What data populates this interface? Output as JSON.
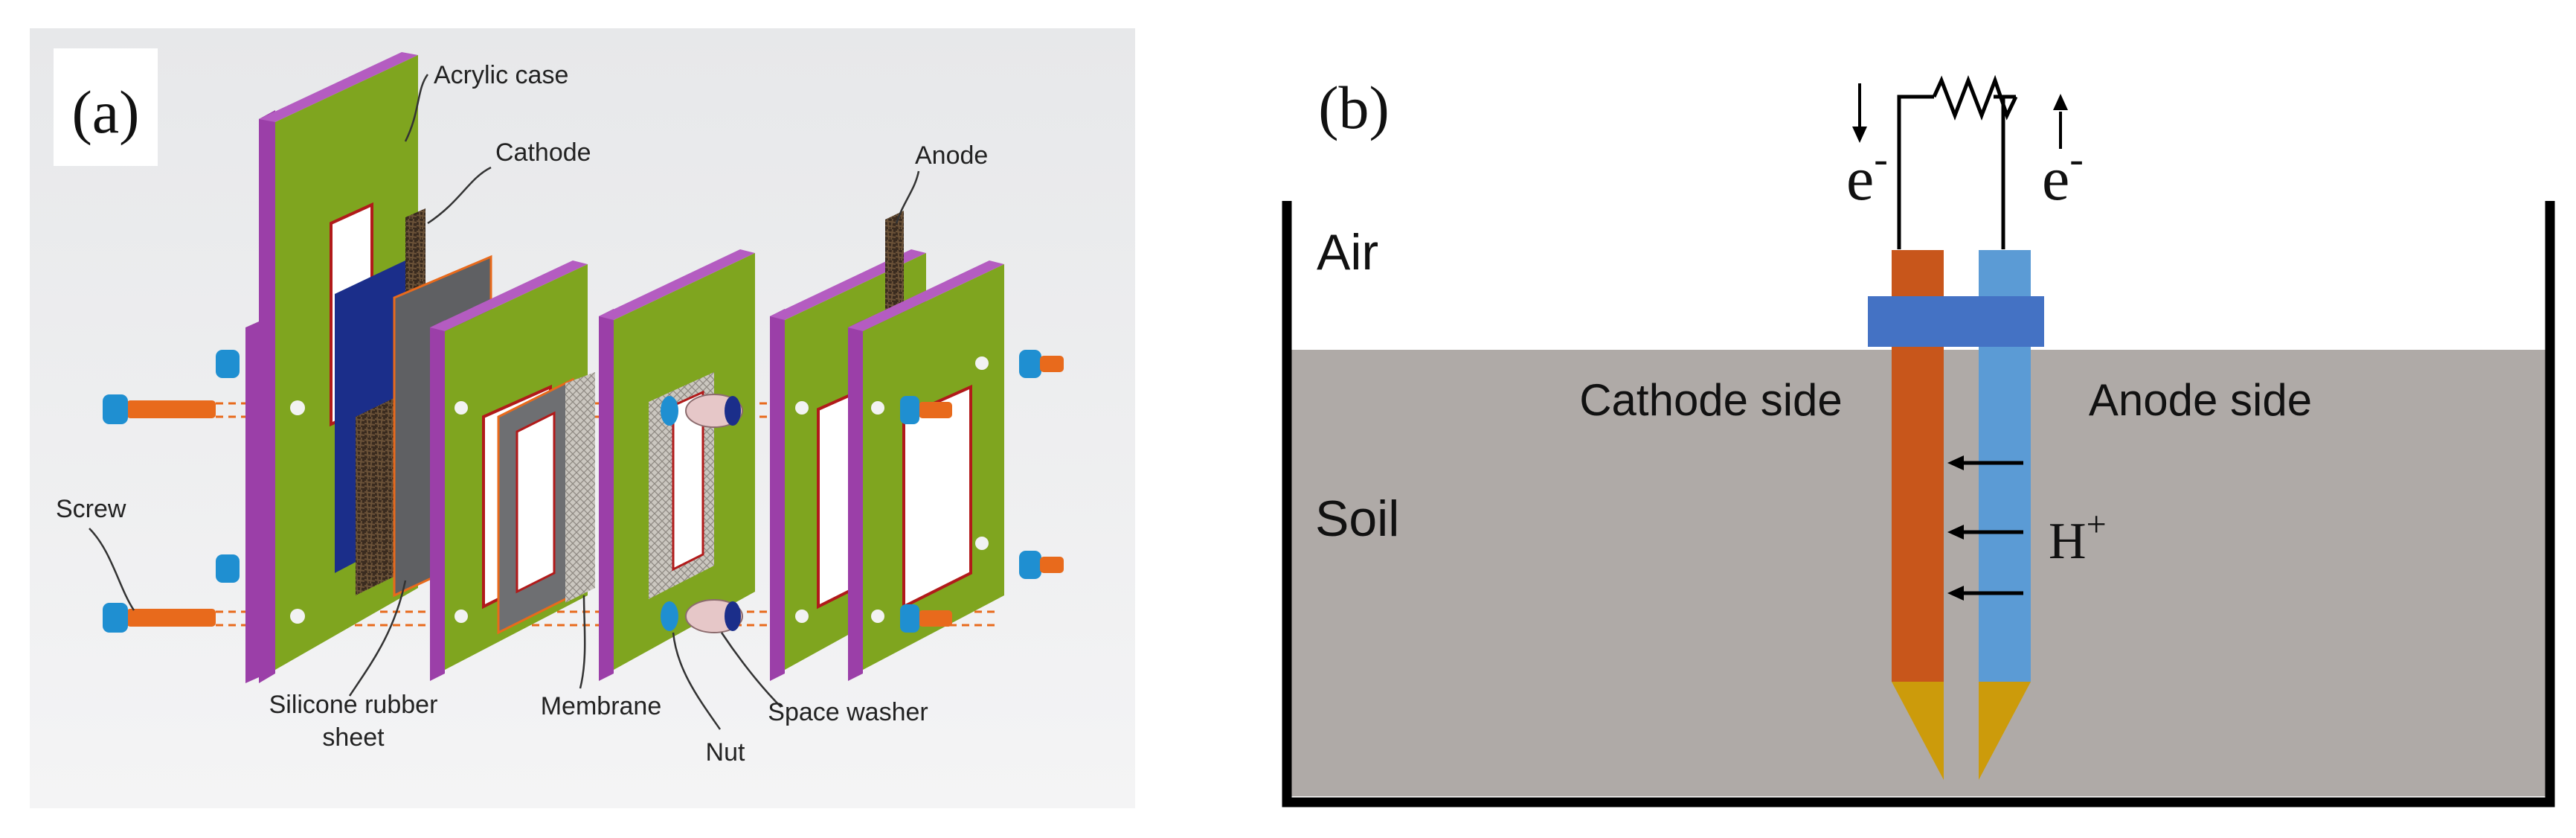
{
  "panel_a": {
    "tag": "(a)",
    "labels": {
      "acrylic_case": "Acrylic case",
      "cathode": "Cathode",
      "anode": "Anode",
      "screw": "Screw",
      "silicone_line1": "Silicone rubber",
      "silicone_line2": "sheet",
      "membrane": "Membrane",
      "nut": "Nut",
      "space_washer": "Space washer"
    },
    "colors": {
      "plate_face": "#7fa51f",
      "plate_edge": "#9b3fa8",
      "screw": "#e86a1c",
      "nut": "#1f8fd1",
      "cathode_sheet": "#1b2e8a",
      "membrane": "#b5b1aa"
    }
  },
  "panel_b": {
    "tag": "(b)",
    "labels": {
      "air": "Air",
      "soil": "Soil",
      "cathode_side": "Cathode side",
      "anode_side": "Anode side",
      "electron_left": "e",
      "electron_right": "e",
      "electron_sup": "-",
      "proton": "H",
      "proton_sup": "+"
    },
    "colors": {
      "soil": "#afaaa7",
      "cathode_rod": "#c8561b",
      "anode_rod": "#5b9bd5",
      "tip": "#cc9b0b",
      "clamp": "#4472c4"
    }
  }
}
